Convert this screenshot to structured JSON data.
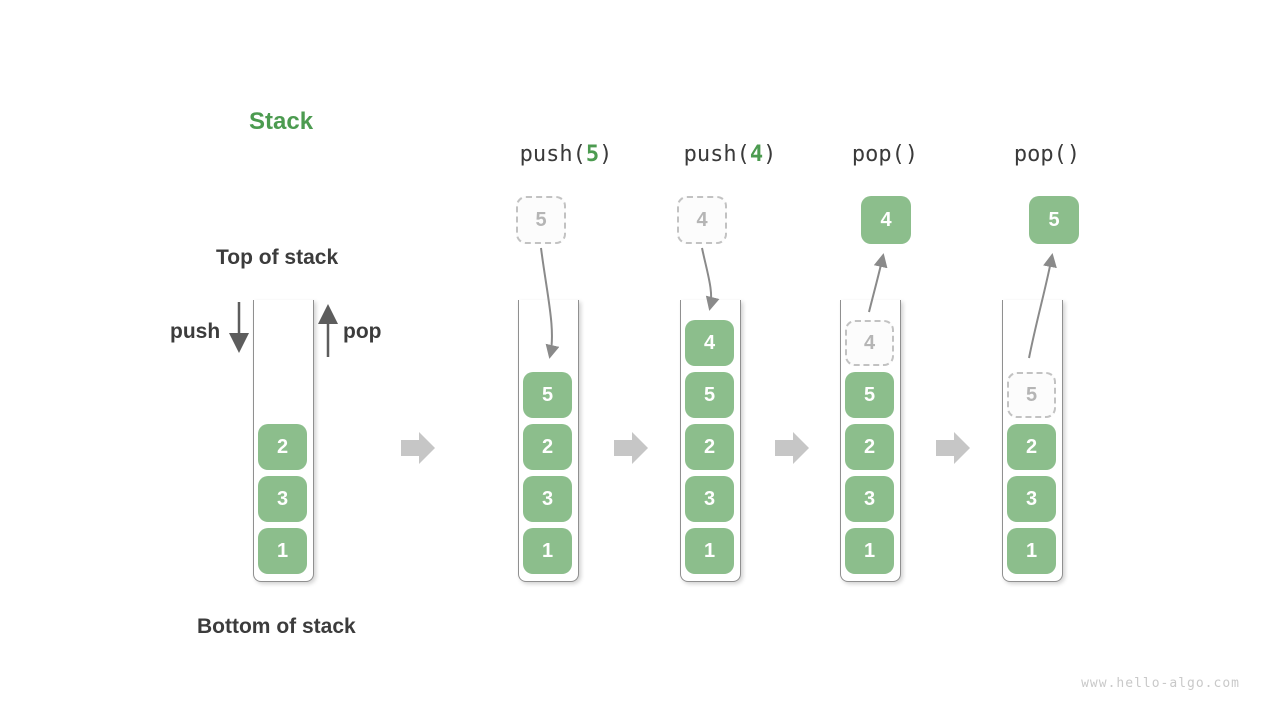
{
  "title": "Stack",
  "watermark": "www.hello-algo.com",
  "labels": {
    "top": "Top of stack",
    "bottom": "Bottom of stack",
    "push": "push",
    "pop": "pop"
  },
  "operations": [
    {
      "prefix": "push(",
      "arg": "5",
      "suffix": ")"
    },
    {
      "prefix": "push(",
      "arg": "4",
      "suffix": ")"
    },
    {
      "prefix": "pop()",
      "arg": "",
      "suffix": ""
    },
    {
      "prefix": "pop()",
      "arg": "",
      "suffix": ""
    }
  ],
  "floating_cells": [
    {
      "value": "5",
      "ghost": true
    },
    {
      "value": "4",
      "ghost": true
    },
    {
      "value": "4",
      "ghost": false
    },
    {
      "value": "5",
      "ghost": false
    }
  ],
  "stacks": [
    {
      "cells": [
        {
          "value": "2"
        },
        {
          "value": "3"
        },
        {
          "value": "1"
        }
      ]
    },
    {
      "cells": [
        {
          "value": "5"
        },
        {
          "value": "2"
        },
        {
          "value": "3"
        },
        {
          "value": "1"
        }
      ]
    },
    {
      "cells": [
        {
          "value": "4"
        },
        {
          "value": "5"
        },
        {
          "value": "2"
        },
        {
          "value": "3"
        },
        {
          "value": "1"
        }
      ]
    },
    {
      "cells": [
        {
          "value": "4",
          "ghost": true
        },
        {
          "value": "5"
        },
        {
          "value": "2"
        },
        {
          "value": "3"
        },
        {
          "value": "1"
        }
      ]
    },
    {
      "cells": [
        {
          "value": "5",
          "ghost": true
        },
        {
          "value": "2"
        },
        {
          "value": "3"
        },
        {
          "value": "1"
        }
      ]
    }
  ],
  "icons": {
    "push_arrow": "down-arrow",
    "pop_arrow": "up-arrow",
    "step_arrows": "right-block-arrow",
    "push_curves": "curved-down-arrow",
    "pop_curves": "curved-up-arrow"
  },
  "colors": {
    "accent_green": "#4c9b50",
    "cell_green": "#8cbe8c",
    "text_dark": "#3c3c3c",
    "arrow_gray": "#8a8a8a",
    "dark_arrow_gray": "#5d5d5d",
    "block_arrow_gray": "#c6c6c6",
    "ghost_text_gray": "#b5b5b5",
    "ghost_border_gray": "#c2c2c2",
    "wall_gray": "#909090",
    "watermark_gray": "#c9c9c9"
  }
}
